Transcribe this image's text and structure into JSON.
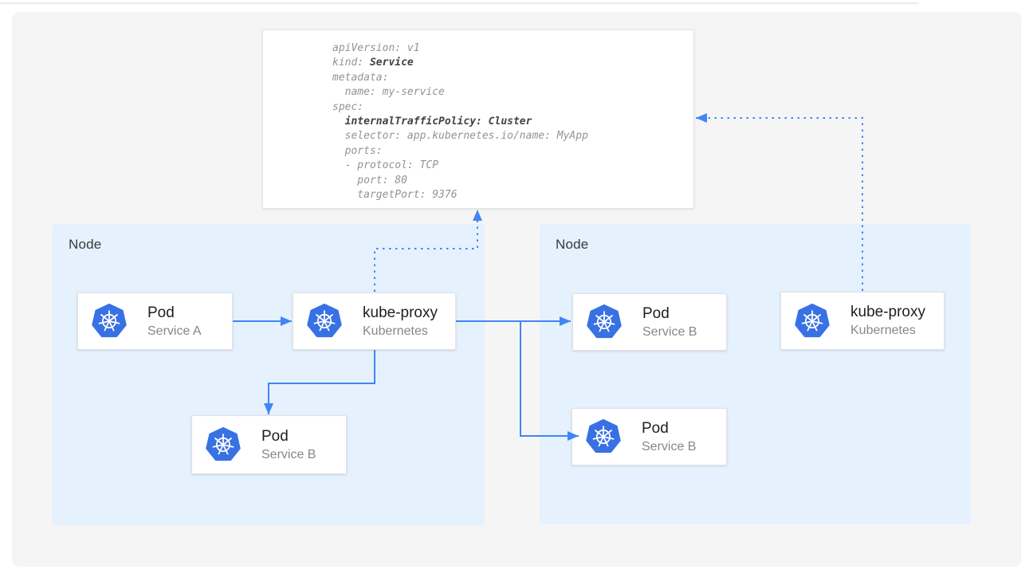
{
  "colors": {
    "accent": "#4285f4",
    "page_bg": "#ffffff",
    "canvas_bg": "#f5f5f6",
    "node_bg": "#e5f1fd",
    "k8s_blue": "#3871e3",
    "card_bg": "#ffffff",
    "card_border": "#e1e3e6",
    "code_regular": "#8f9398",
    "code_bold": "#3e4347",
    "title_text": "#202124",
    "subtitle_text": "#83878c",
    "node_label": "#37393d",
    "top_rule": "#e9ecef"
  },
  "yaml_card": {
    "lines": [
      [
        {
          "t": "apiVersion: v1",
          "b": false
        }
      ],
      [
        {
          "t": "kind: ",
          "b": false
        },
        {
          "t": "Service",
          "b": true
        }
      ],
      [
        {
          "t": "metadata:",
          "b": false
        }
      ],
      [
        {
          "t": "  name: my-service",
          "b": false
        }
      ],
      [
        {
          "t": "spec:",
          "b": false
        }
      ],
      [
        {
          "t": "  ",
          "b": false
        },
        {
          "t": "internalTrafficPolicy: Cluster",
          "b": true
        }
      ],
      [
        {
          "t": "  selector: app.kubernetes.io/name: MyApp",
          "b": false
        }
      ],
      [
        {
          "t": "  ports:",
          "b": false
        }
      ],
      [
        {
          "t": "  - protocol: TCP",
          "b": false
        }
      ],
      [
        {
          "t": "    port: 80",
          "b": false
        }
      ],
      [
        {
          "t": "    targetPort: 9376",
          "b": false
        }
      ]
    ]
  },
  "nodes": {
    "left": {
      "label": "Node"
    },
    "right": {
      "label": "Node"
    }
  },
  "boxes": {
    "pod_a": {
      "title": "Pod",
      "subtitle": "Service A"
    },
    "kube_proxy_left": {
      "title": "kube-proxy",
      "subtitle": "Kubernetes"
    },
    "pod_b_left": {
      "title": "Pod",
      "subtitle": "Service B"
    },
    "pod_b_right_top": {
      "title": "Pod",
      "subtitle": "Service B"
    },
    "pod_b_right_bottom": {
      "title": "Pod",
      "subtitle": "Service B"
    },
    "kube_proxy_right": {
      "title": "kube-proxy",
      "subtitle": "Kubernetes"
    }
  },
  "icons": {
    "kubernetes": "kubernetes-wheel-icon"
  }
}
